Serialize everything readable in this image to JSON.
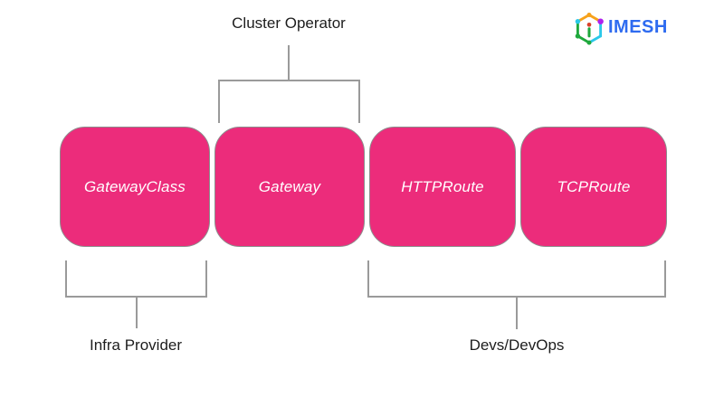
{
  "diagram": {
    "top_group_label": "Cluster Operator",
    "boxes": [
      {
        "label": "GatewayClass"
      },
      {
        "label": "Gateway"
      },
      {
        "label": "HTTPRoute"
      },
      {
        "label": "TCPRoute"
      }
    ],
    "bottom_left_group_label": "Infra Provider",
    "bottom_right_group_label": "Devs/DevOps"
  },
  "logo": {
    "brand": "IMESH",
    "icon": "imesh-cube-icon"
  },
  "colors": {
    "box_fill": "#EC2C7B",
    "box_border": "#8D8D8D",
    "box_text": "#FFFFFF",
    "connector_line": "#9A9A9A",
    "label_text": "#1D1D1D",
    "logo_text": "#2E6BF0",
    "background": "#FFFFFF",
    "icon_orange": "#F7A21B",
    "icon_cyan": "#2BC8E8",
    "icon_green": "#1FA83C",
    "icon_purple": "#AE22EE",
    "icon_red": "#D9402A"
  }
}
